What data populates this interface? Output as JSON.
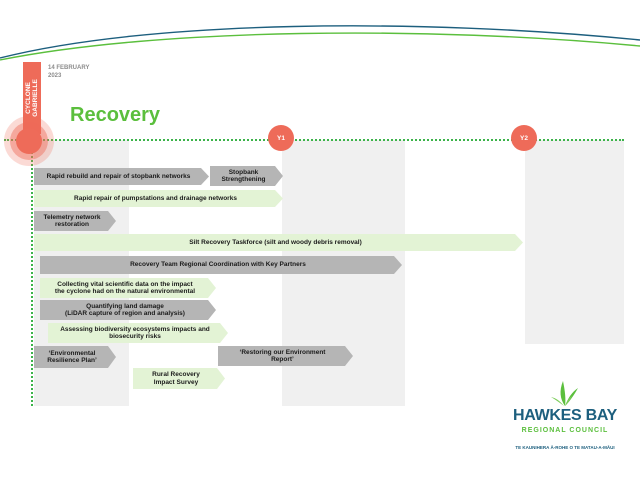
{
  "header": {
    "date": "14 FEBRUARY\n2023",
    "cyclone_label": "CYCLONE\nGABRIELLE",
    "title": "Recovery"
  },
  "timeline": {
    "year1": "Y1",
    "year2": "Y2"
  },
  "tasks": [
    {
      "label": "Rapid rebuild and repair of stopbank networks",
      "style": "grey"
    },
    {
      "label": "Stopbank\nStrengthening",
      "style": "grey"
    },
    {
      "label": "Rapid repair of pumpstations and drainage networks",
      "style": "green"
    },
    {
      "label": "Telemetry network\nrestoration",
      "style": "grey"
    },
    {
      "label": "Silt Recovery Taskforce (silt and woody debris removal)",
      "style": "green"
    },
    {
      "label": "Recovery Team Regional Coordination with Key Partners",
      "style": "grey"
    },
    {
      "label": "Collecting vital scientific data on the impact\nthe cyclone had on the natural environmental",
      "style": "green"
    },
    {
      "label": "Quantifying land damage\n(LiDAR capture of region and analysis)",
      "style": "grey"
    },
    {
      "label": "Assessing biodiversity ecosystems impacts and\nbiosecurity risks",
      "style": "green"
    },
    {
      "label": "‘Environmental\nResilience Plan’",
      "style": "grey"
    },
    {
      "label": "‘Restoring our Environment\nReport’",
      "style": "grey"
    },
    {
      "label": "Rural Recovery\nImpact Survey",
      "style": "green"
    }
  ],
  "logo": {
    "name": "HAWKES BAY",
    "subtitle": "REGIONAL COUNCIL",
    "tagline": "TE KAUNIHERA Ā-ROHE O TE MATAU-A-MĀUI"
  },
  "colors": {
    "accent_red": "#ee6b59",
    "accent_green": "#5bbf3d",
    "brand_blue": "#1d5f7e",
    "bar_grey": "#b5b5b5",
    "bar_green": "#e3f3d5"
  }
}
